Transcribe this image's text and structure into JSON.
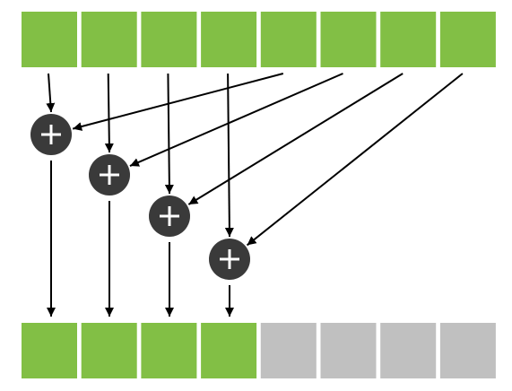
{
  "colors": {
    "active": "#82bf45",
    "inactive": "#c0c0c0",
    "node": "#3a3a3a",
    "node_symbol": "#ffffff",
    "arrow": "#000000"
  },
  "input_row": {
    "cells": [
      "active",
      "active",
      "active",
      "active",
      "active",
      "active",
      "active",
      "active"
    ]
  },
  "output_row": {
    "cells": [
      "active",
      "active",
      "active",
      "active",
      "inactive",
      "inactive",
      "inactive",
      "inactive"
    ]
  },
  "adders": [
    {
      "symbol": "+",
      "inputs": [
        0,
        4
      ],
      "output": 0
    },
    {
      "symbol": "+",
      "inputs": [
        1,
        5
      ],
      "output": 1
    },
    {
      "symbol": "+",
      "inputs": [
        2,
        6
      ],
      "output": 2
    },
    {
      "symbol": "+",
      "inputs": [
        3,
        7
      ],
      "output": 3
    }
  ]
}
